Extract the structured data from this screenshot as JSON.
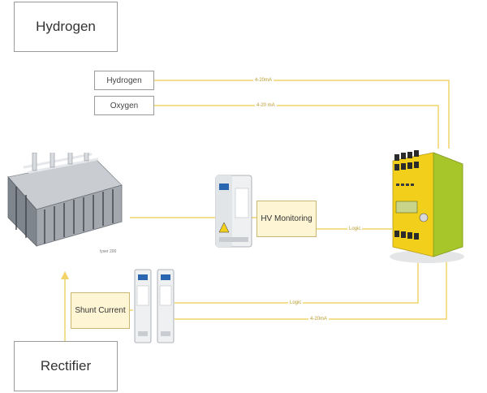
{
  "nodes": {
    "hydrogen_title": "Hydrogen",
    "rectifier_title": "Rectifier",
    "hydrogen_sensor": "Hydrogen",
    "oxygen_sensor": "Oxygen",
    "hv_monitoring": "HV Monitoring",
    "shunt_current": "Shunt Current"
  },
  "wire_labels": {
    "hydrogen_signal": "4-20mA",
    "oxygen_signal": "4-20 mA",
    "hv_logic": "Logic",
    "shunt_logic": "Logic",
    "shunt_signal": "4-20mA"
  },
  "captions": {
    "electrolyser": "lyser 200"
  },
  "colors": {
    "wire": "#f0d46a",
    "box_fill": "#fdf5d4",
    "relay_yellow": "#f2cf1a",
    "relay_green": "#a7c62a"
  }
}
